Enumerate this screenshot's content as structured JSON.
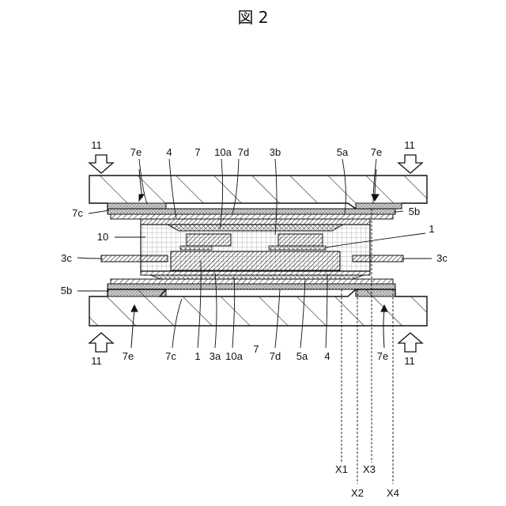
{
  "figure": {
    "title": "図 2"
  },
  "labels": {
    "arrow_tl": "11",
    "arrow_tr": "11",
    "arrow_bl": "11",
    "arrow_br": "11",
    "top_7e_left": "7e",
    "top_4": "4",
    "top_7": "7",
    "top_10a": "10a",
    "top_7d": "7d",
    "top_3b": "3b",
    "top_5a": "5a",
    "top_7e_right": "7e",
    "left_7c": "7c",
    "right_5b": "5b",
    "left_10": "10",
    "right_1": "1",
    "left_3c": "3c",
    "right_3c": "3c",
    "left_5b": "5b",
    "bot_7e_left": "7e",
    "bot_7c": "7c",
    "bot_1": "1",
    "bot_3a": "3a",
    "bot_10a": "10a",
    "bot_7": "7",
    "bot_7d": "7d",
    "bot_5a": "5a",
    "bot_4": "4",
    "bot_7e_right": "7e",
    "x1": "X1",
    "x2": "X2",
    "x3": "X3",
    "x4": "X4"
  }
}
